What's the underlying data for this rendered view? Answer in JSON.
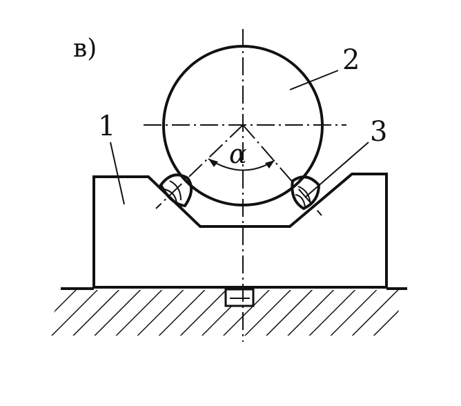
{
  "figure": {
    "panel_label": "в)",
    "callouts": [
      {
        "id": "body",
        "text": "1"
      },
      {
        "id": "ball",
        "text": "2"
      },
      {
        "id": "weld",
        "text": "3"
      }
    ],
    "angle_symbol": "α"
  }
}
